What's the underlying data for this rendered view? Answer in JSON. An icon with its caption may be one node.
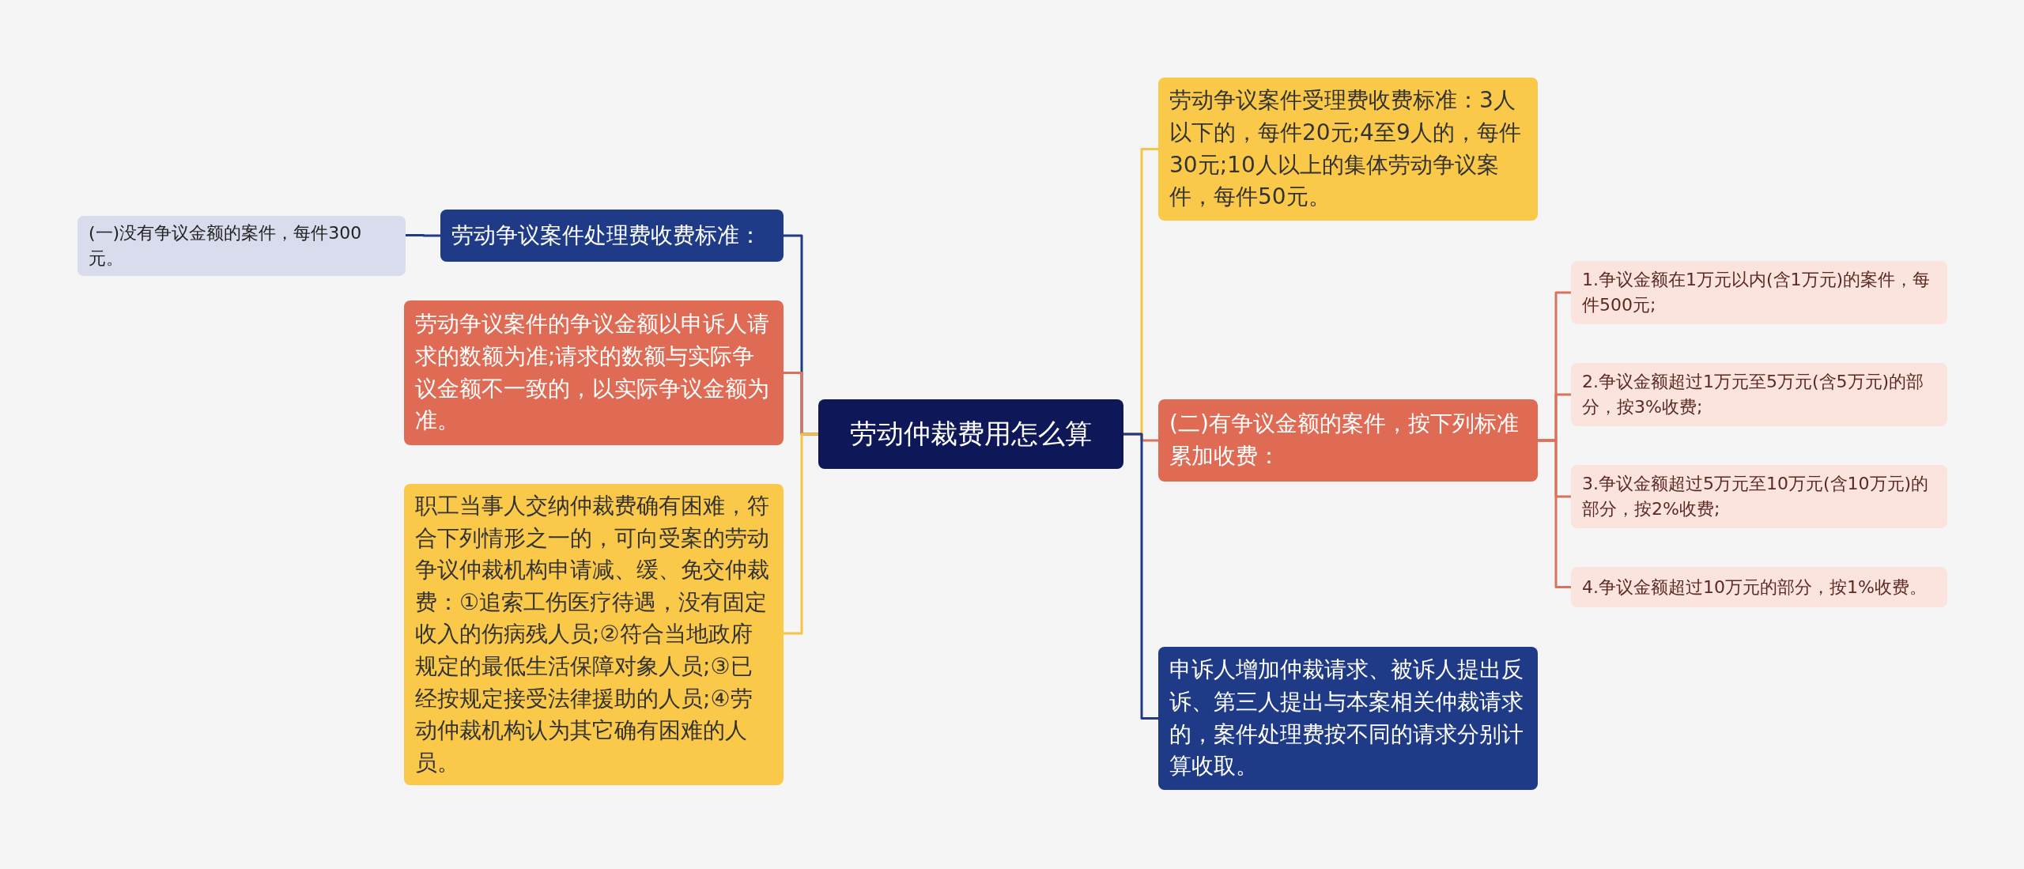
{
  "diagram": {
    "nodes": [
      {
        "text": [
          "劳动仲裁费用怎么算"
        ]
      },
      {
        "text": [
          "劳动争议案件处理费收费标准："
        ]
      },
      {
        "text": [
          "(一)没有争议金额的案件，每件300元。"
        ]
      },
      {
        "text": [
          "劳动争议案件的争议金额以申诉人请求的数额为准;请求的数额与实际争议金额不一致的，以实际争议金额为准。"
        ]
      },
      {
        "text": [
          "职工当事人交纳仲裁费确有困难，符合下列情形之一的，可向受案的劳动争议仲裁机构申请减、缓、免交仲裁费：①追索工伤医疗待遇，没有固定收入的伤病残人员;②符合当地政府规定的最低生活保障对象人员;③已经按规定接受法律援助的人员;④劳动仲裁机构认为其它确有困难的人员。"
        ]
      },
      {
        "text": [
          "劳动争议案件受理费收费标准：3人以下的，每件20元;4至9人的，每件30元;10人以上的集体劳动争议案件，每件50元。"
        ]
      },
      {
        "text": [
          "(二)有争议金额的案件，按下列标准累加收费："
        ]
      },
      {
        "text": [
          "1.争议金额在1万元以内(含1万元)的案件，每件500元;"
        ]
      },
      {
        "text": [
          "2.争议金额超过1万元至5万元(含5万元)的部分，按3%收费;"
        ]
      },
      {
        "text": [
          "3.争议金额超过5万元至10万元(含10万元)的部分，按2%收费;"
        ]
      },
      {
        "text": [
          "4.争议金额超过10万元的部分，按1%收费。"
        ]
      },
      {
        "text": [
          "申诉人增加仲裁请求、被诉人提出反诉、第三人提出与本案相关仲裁请求的，案件处理费按不同的请求分别计算收取。"
        ]
      }
    ],
    "edges": [
      {
        "from": 0,
        "to": 1,
        "arrow": "none",
        "color": "#1f3b87"
      },
      {
        "from": 1,
        "to": 2,
        "arrow": "none",
        "color": "#1f3b87"
      },
      {
        "from": 0,
        "to": 3,
        "arrow": "none"
      },
      {
        "from": 0,
        "to": 4,
        "arrow": "none",
        "color": "#f6c444"
      },
      {
        "from": 0,
        "to": 5,
        "arrow": "none",
        "color": "#f6c444"
      },
      {
        "from": 0,
        "to": 6,
        "arrow": "none"
      },
      {
        "from": 6,
        "to": 7,
        "arrow": "none"
      },
      {
        "from": 6,
        "to": 8,
        "arrow": "none"
      },
      {
        "from": 6,
        "to": 9,
        "arrow": "none"
      },
      {
        "from": 6,
        "to": 10,
        "arrow": "none"
      },
      {
        "from": 0,
        "to": 11,
        "arrow": "none",
        "color": "#1f3b87"
      }
    ]
  }
}
